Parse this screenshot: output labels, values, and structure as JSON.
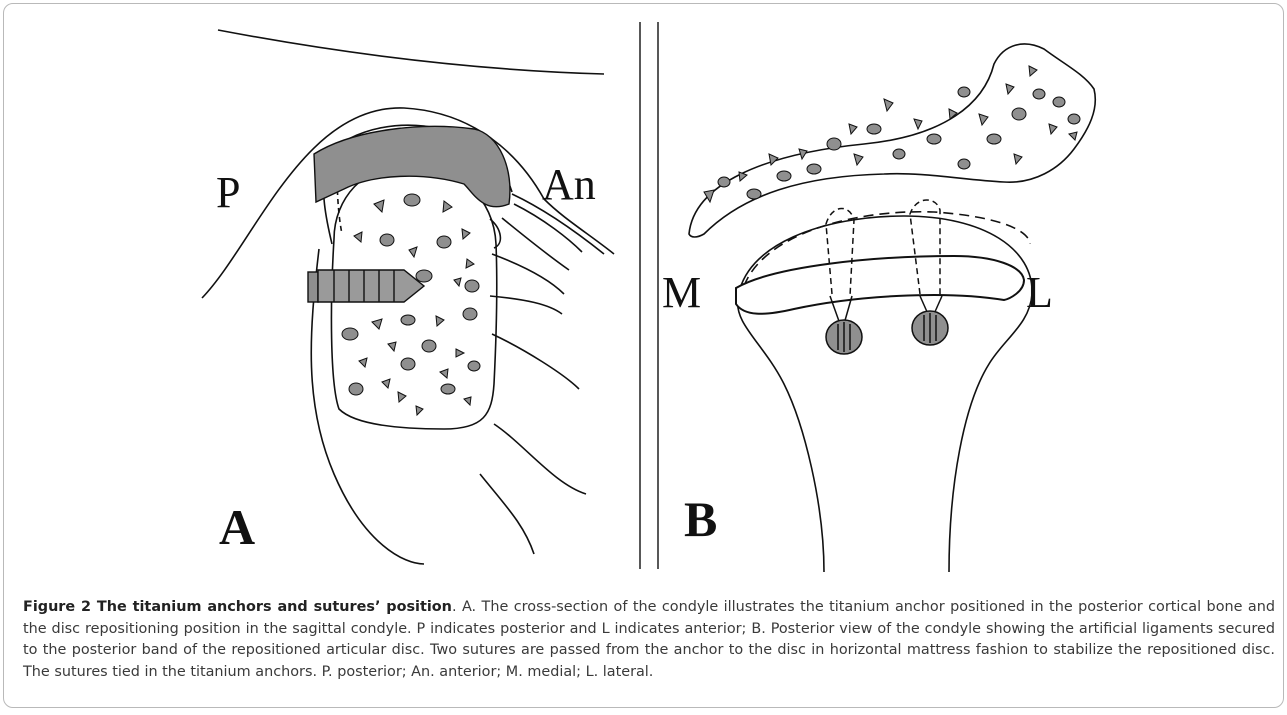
{
  "figure": {
    "panel_a_letter": "A",
    "panel_b_letter": "B",
    "label_posterior": "P",
    "label_anterior": "An",
    "label_medial": "M",
    "label_lateral": "L"
  },
  "caption": {
    "title": "Figure 2 The titanium anchors and sutures’ position",
    "body": ". A. The cross-section of the condyle illustrates the titanium anchor positioned in the posterior cortical bone and the disc repositioning position in the sagittal condyle. P indicates posterior and L indicates anterior; B. Posterior view of the condyle showing the artificial ligaments secured to the posterior band of the repositioned articular disc. Two sutures are passed from the anchor to the disc in horizontal mattress fashion to stabilize the repositioned disc. The sutures tied in the titanium anchors. P. posterior; An. anterior; M. medial; L. lateral."
  },
  "colors": {
    "fill_gray": "#8f8f8f",
    "line": "#111111",
    "frame": "#b9b9b9"
  }
}
